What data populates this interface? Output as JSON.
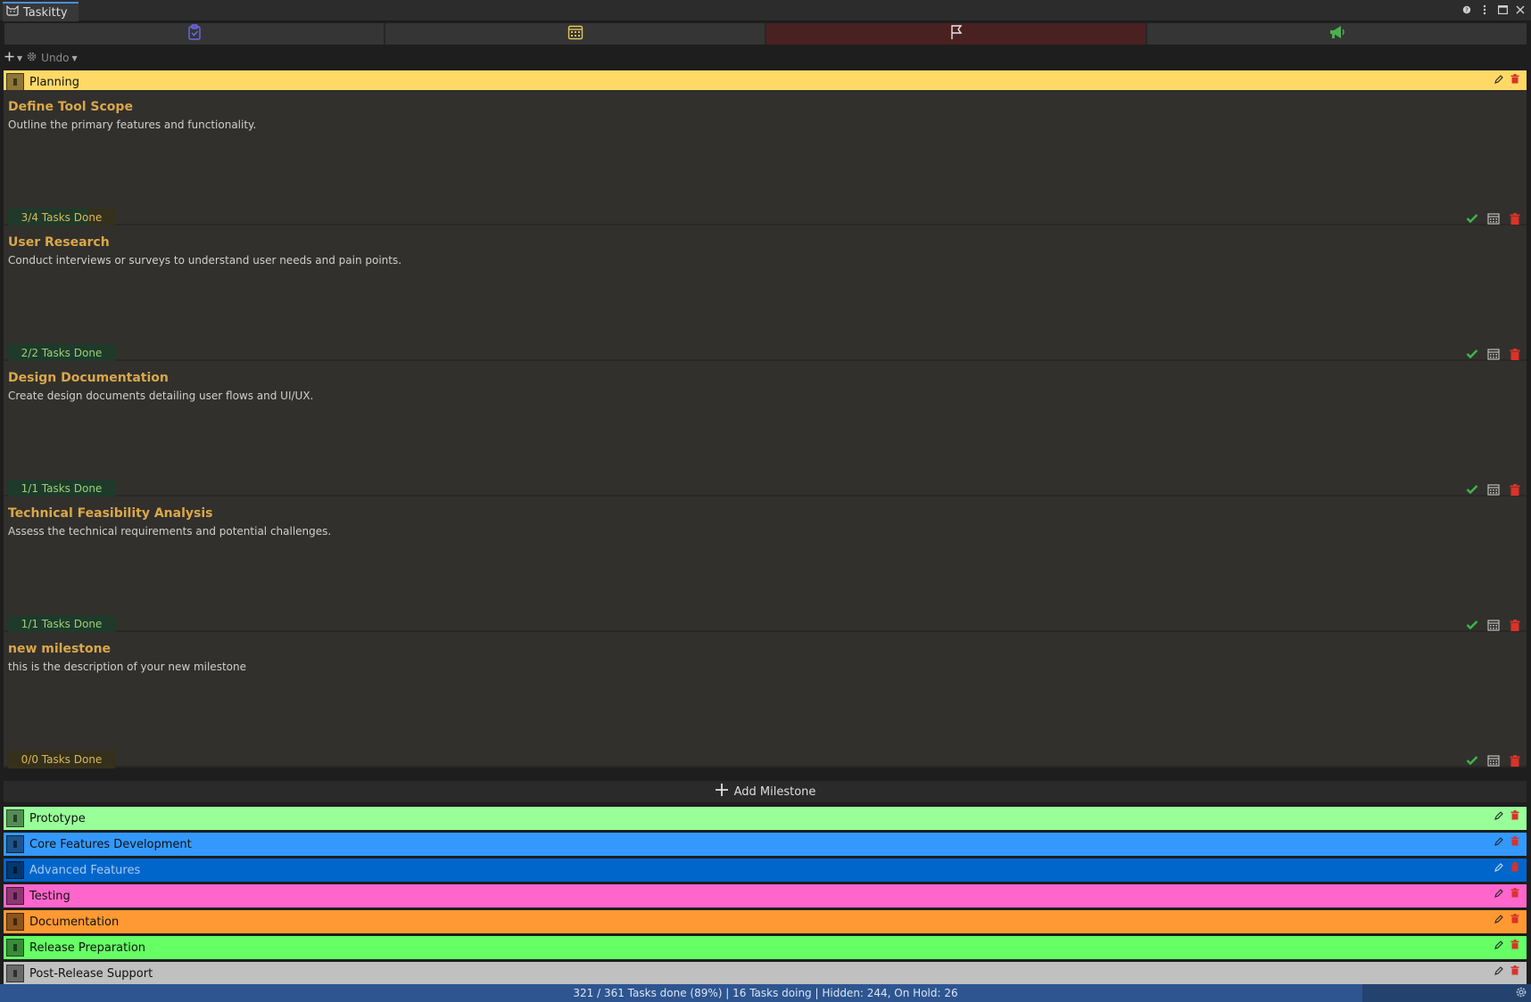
{
  "window": {
    "title": "Taskitty"
  },
  "toolbar": {
    "add_label": "+",
    "undo_label": "Undo"
  },
  "colors": {
    "planning": "#ffd966",
    "prototype": "#99ff99",
    "core": "#3399ff",
    "advanced": "#0066cc",
    "testing": "#ff66cc",
    "documentation": "#ff9933",
    "release": "#66ff66",
    "post": "#c0c0c0",
    "active_tab": "#4a2121",
    "status_bar": "#2e5590"
  },
  "groups": {
    "planning": "Planning",
    "prototype": "Prototype",
    "core": "Core Features Development",
    "advanced": "Advanced Features",
    "testing": "Testing",
    "documentation": "Documentation",
    "release": "Release Preparation",
    "post": "Post-Release Support"
  },
  "milestones": [
    {
      "title": "Define Tool Scope",
      "description": "Outline the primary features and functionality.",
      "progress": "3/4 Tasks Done",
      "done": 3,
      "total": 4
    },
    {
      "title": "User Research",
      "description": "Conduct interviews or surveys to understand user needs and pain points.",
      "progress": "2/2 Tasks Done",
      "done": 2,
      "total": 2
    },
    {
      "title": "Design Documentation",
      "description": "Create design documents detailing user flows and UI/UX.",
      "progress": "1/1 Tasks Done",
      "done": 1,
      "total": 1
    },
    {
      "title": "Technical Feasibility Analysis",
      "description": "Assess the technical requirements and potential challenges.",
      "progress": "1/1 Tasks Done",
      "done": 1,
      "total": 1
    },
    {
      "title": "new milestone",
      "description": "this is the description of your new milestone",
      "progress": "0/0 Tasks Done",
      "done": 0,
      "total": 0
    }
  ],
  "add_milestone": "Add Milestone",
  "status": {
    "text": "321 / 361 Tasks done (89%) | 16 Tasks doing | Hidden: 244, On Hold: 26",
    "done_fraction": 0.89
  }
}
